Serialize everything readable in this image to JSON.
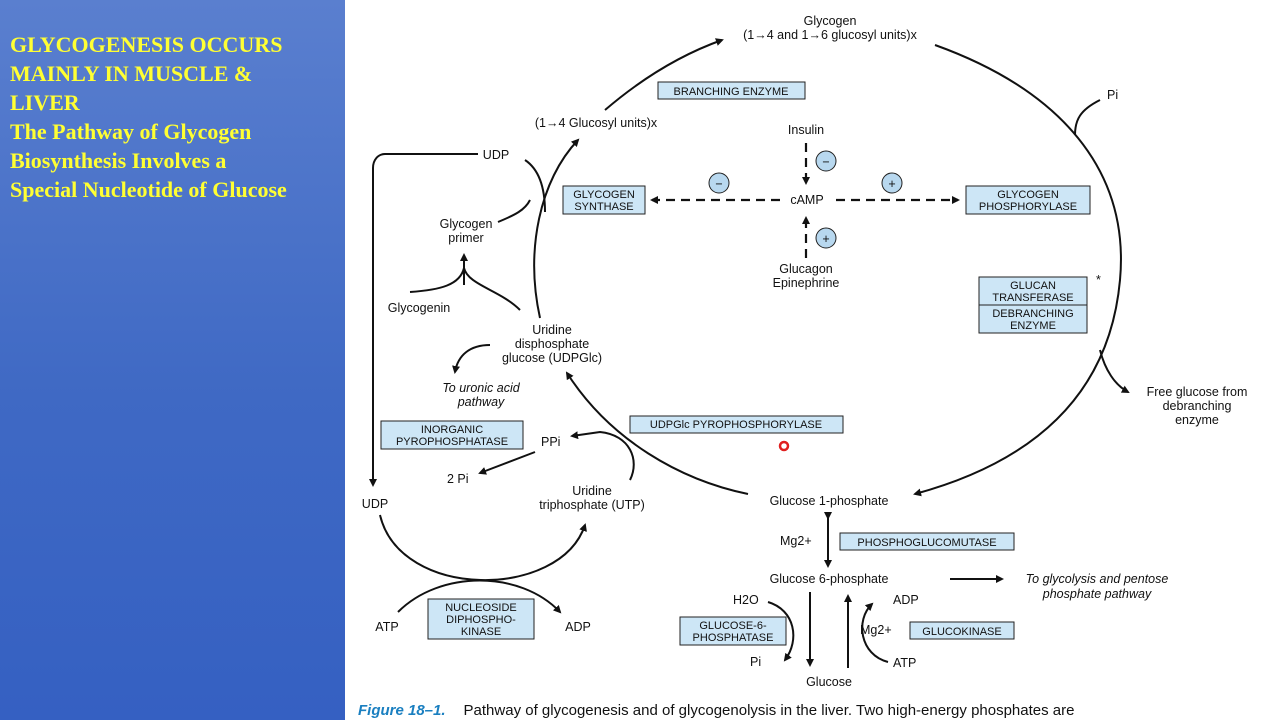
{
  "slide": {
    "title_lines": [
      "GLYCOGENESIS OCCURS",
      "MAINLY IN MUSCLE &",
      "LIVER",
      "The Pathway of Glycogen",
      "Biosynthesis Involves a",
      "Special Nucleotide of Glucose"
    ],
    "title_color": "#ffff33",
    "background_color": "#4a72c8"
  },
  "diagram": {
    "glycogen": "Glycogen",
    "glycogen_units": "(1→4 and 1→6 glucosyl units)x",
    "glucosyl_14": "(1→4 Glucosyl units)x",
    "pi_top": "Pi",
    "insulin": "Insulin",
    "camp": "cAMP",
    "glucagon": "Glucagon",
    "epinephrine": "Epinephrine",
    "udp_top": "UDP",
    "glycogen_primer": [
      "Glycogen",
      "primer"
    ],
    "glycogenin": "Glycogenin",
    "udpglc": [
      "Uridine",
      "disphosphate",
      "glucose (UDPGlc)"
    ],
    "uronic": [
      "To uronic acid",
      "pathway"
    ],
    "ppi": "PPi",
    "two_pi": "2 Pi",
    "udp_left": "UDP",
    "utp": [
      "Uridine",
      "triphosphate (UTP)"
    ],
    "atp_left": "ATP",
    "adp_left": "ADP",
    "g1p": "Glucose 1-phosphate",
    "mg1": "Mg2+",
    "g6p": "Glucose 6-phosphate",
    "glycolysis": [
      "To glycolysis and pentose",
      "phosphate pathway"
    ],
    "h2o": "H2O",
    "pi_bottom": "Pi",
    "adp_right": "ADP",
    "mg2": "Mg2+",
    "atp_right": "ATP",
    "glucose": "Glucose",
    "free_glucose": [
      "Free glucose from",
      "debranching",
      "enzyme"
    ],
    "asterisk": "*",
    "signs": {
      "minus": "−",
      "plus": "+"
    },
    "enzymes": {
      "branching": "BRANCHING ENZYME",
      "glycogen_synthase": [
        "GLYCOGEN",
        "SYNTHASE"
      ],
      "glycogen_phosphorylase": [
        "GLYCOGEN",
        "PHOSPHORYLASE"
      ],
      "glucan_transferase": [
        "GLUCAN",
        "TRANSFERASE"
      ],
      "debranching": [
        "DEBRANCHING",
        "ENZYME"
      ],
      "udpglc_pyrophosphorylase": "UDPGlc PYROPHOSPHORYLASE",
      "inorganic_pyrophosphatase": [
        "INORGANIC",
        "PYROPHOSPHATASE"
      ],
      "phosphoglucomutase": "PHOSPHOGLUCOMUTASE",
      "nucleoside_diphosphokinase": [
        "NUCLEOSIDE",
        "DIPHOSPHO-",
        "KINASE"
      ],
      "glucose6phosphatase": [
        "GLUCOSE-6-",
        "PHOSPHATASE"
      ],
      "glucokinase": "GLUCOKINASE"
    },
    "enzyme_box_color": "#cde6f6"
  },
  "caption": {
    "label": "Figure 18–1.",
    "text": "Pathway of glycogenesis and of glycogenolysis in the liver. Two high-energy phosphates are"
  }
}
